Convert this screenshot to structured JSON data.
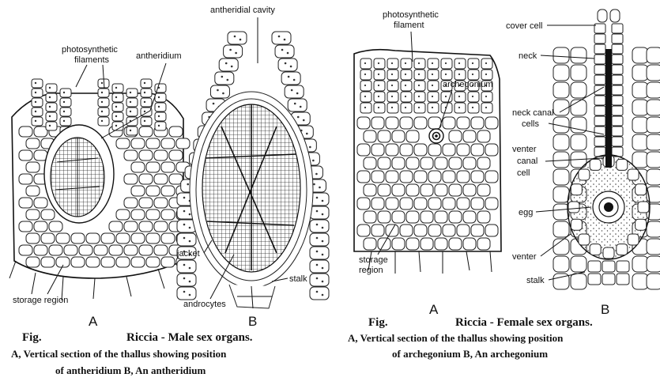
{
  "male": {
    "labels": {
      "photosynthetic": "photosynthetic",
      "filaments": "filaments",
      "antheridium": "antheridium",
      "antheridial_cavity": "antheridial cavity",
      "storage_region": "storage region",
      "jacket": "jacket",
      "androcytes": "androcytes",
      "stalk": "stalk"
    },
    "letters": {
      "a": "A",
      "b": "B"
    },
    "caption": {
      "fig": "Fig.",
      "title": "Riccia - Male sex organs.",
      "line1": "A, Vertical section of the thallus showing position",
      "line2": "of antheridium B, An antheridium"
    }
  },
  "female": {
    "labels": {
      "photosynthetic": "photosynthetic",
      "filament": "filament",
      "archegonium": "archegonium",
      "storage": "storage",
      "region": "region",
      "cover_cell": "cover cell",
      "neck": "neck",
      "neck_canal": "neck canal",
      "cells": "cells",
      "venter": "venter",
      "canal": "canal",
      "cell": "cell",
      "egg": "egg",
      "venter2": "venter",
      "stalk": "stalk"
    },
    "letters": {
      "a": "A",
      "b": "B"
    },
    "caption": {
      "fig": "Fig.",
      "title": "Riccia - Female sex organs.",
      "line1": "A, Vertical section of the thallus showing position",
      "line2": "of archegonium B, An archegonium"
    }
  }
}
